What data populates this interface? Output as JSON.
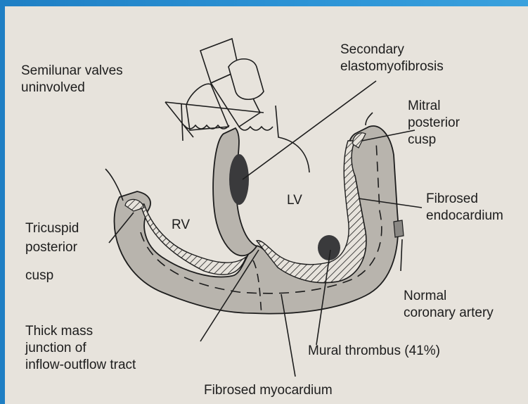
{
  "figure": {
    "chambers": {
      "rv": "RV",
      "lv": "LV"
    },
    "labels": {
      "semilunar": [
        "Semilunar valves",
        "uninvolved"
      ],
      "secondary": [
        "Secondary",
        "elastomyofibrosis"
      ],
      "mitral": [
        "Mitral",
        "posterior",
        "cusp"
      ],
      "fibrosed_endo": [
        "Fibrosed",
        "endocardium"
      ],
      "tricuspid": [
        "Tricuspid",
        "posterior",
        "cusp"
      ],
      "normal_coronary": [
        "Normal",
        "coronary artery"
      ],
      "thick_mass": [
        "Thick mass",
        "junction of",
        "inflow-outflow tract"
      ],
      "mural": [
        "Mural thrombus (41%)"
      ],
      "fibrosed_myo": [
        "Fibrosed myocardium"
      ]
    },
    "colors": {
      "tissue": "#b8b4ad",
      "thrombus": "#3a3a3c",
      "line": "#1d1d1d",
      "background": "#e7e3dc"
    }
  }
}
